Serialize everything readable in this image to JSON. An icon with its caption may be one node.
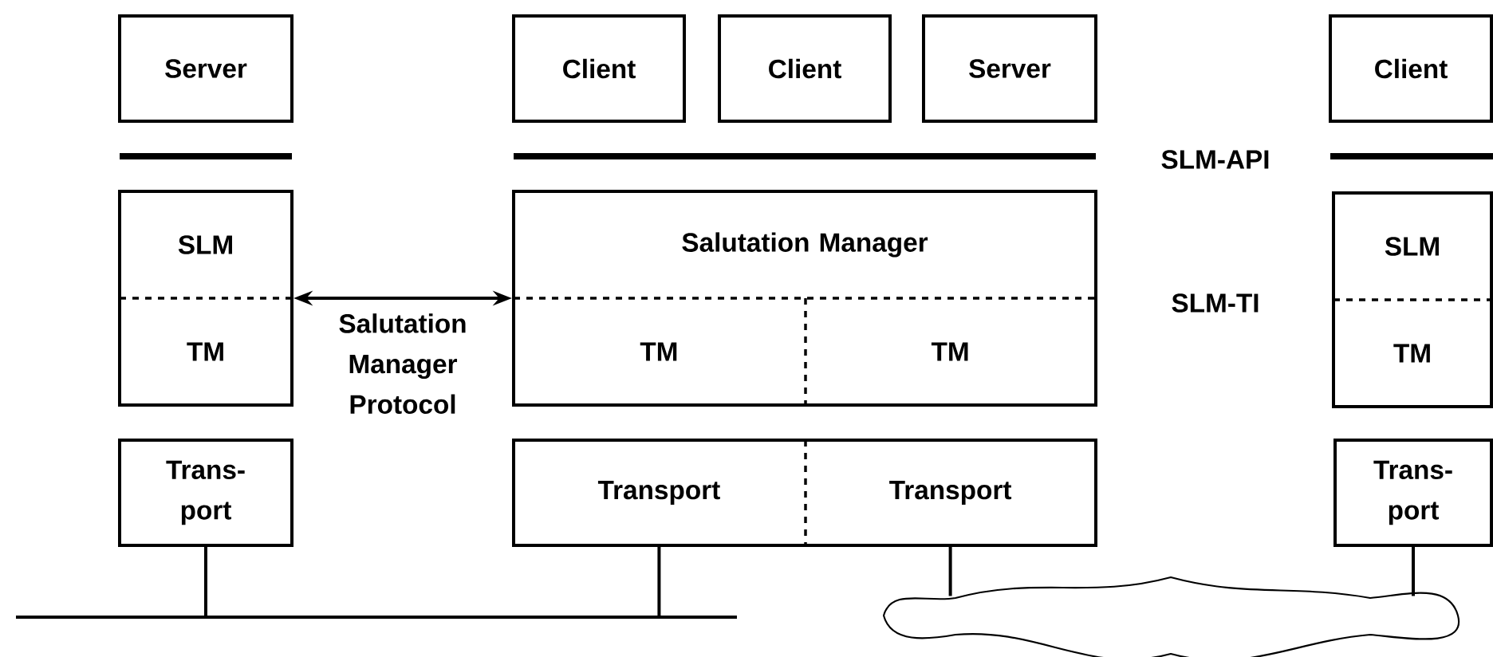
{
  "diagram": {
    "nodes": [
      {
        "text": [
          "Server"
        ]
      },
      {
        "text": [
          "Client"
        ]
      },
      {
        "text": [
          "Client"
        ]
      },
      {
        "text": [
          "Server"
        ]
      },
      {
        "text": [
          "Client"
        ]
      },
      {
        "text": [],
        "shape": "box"
      },
      {
        "text": [
          "SLM"
        ],
        "in": 5
      },
      {
        "text": [
          "TM"
        ],
        "in": 5
      },
      {
        "text": [],
        "shape": "box"
      },
      {
        "text": [
          "Salutation Manager"
        ],
        "in": 8
      },
      {
        "text": [
          "TM"
        ],
        "in": 8
      },
      {
        "text": [
          "TM"
        ],
        "in": 8
      },
      {
        "text": [],
        "shape": "box"
      },
      {
        "text": [
          "SLM"
        ],
        "in": 12
      },
      {
        "text": [
          "TM"
        ],
        "in": 12
      },
      {
        "text": [
          "Trans- port"
        ]
      },
      {
        "text": [],
        "shape": "box"
      },
      {
        "text": [
          "Transport"
        ],
        "in": 16
      },
      {
        "text": [
          "Transport"
        ],
        "in": 16
      },
      {
        "text": [
          "Trans- port"
        ]
      },
      {
        "text": [],
        "shape": "bar"
      },
      {
        "text": [],
        "shape": "cloud"
      }
    ],
    "edges": [
      {
        "from": 5,
        "to": 8,
        "arrow": "both",
        "label": "Salutation Manager Protocol"
      },
      {
        "from": 15,
        "to": 20,
        "arrow": "none"
      },
      {
        "from": 17,
        "to": 20,
        "arrow": "none"
      },
      {
        "from": 18,
        "to": 21,
        "arrow": "none"
      },
      {
        "from": 19,
        "to": 21,
        "arrow": "none"
      }
    ],
    "labels": [
      "SLM-API",
      "SLM-TI"
    ]
  }
}
